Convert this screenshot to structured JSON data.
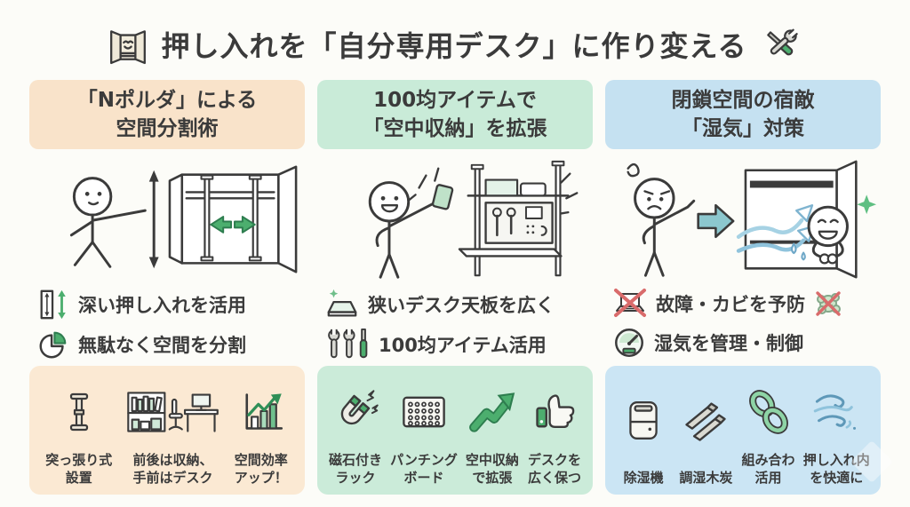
{
  "title": {
    "text": "押し入れを「自分専用デスク」に作り変える",
    "left_icon": "closet-icon",
    "right_icon": "crossed-tools-icon"
  },
  "colors": {
    "header_orange": "#f9e3ca",
    "header_green": "#c9ebd8",
    "header_blue": "#c5e1f1",
    "footer_orange": "#fbe9d3",
    "footer_green": "#cbebd9",
    "footer_blue": "#cbe5f4",
    "accent_green": "#4cae6e",
    "accent_teal": "#8cc7ce",
    "accent_red": "#d96b6b",
    "ink": "#3b3b3b"
  },
  "columns": [
    {
      "header_lines": [
        "「Nポルダ」による",
        "空間分割術"
      ],
      "illustration": "person-measuring-closet-with-poles",
      "bullets": [
        {
          "icon": "height-measure-icon",
          "text": "深い押し入れを活用"
        },
        {
          "icon": "pie-chart-icon",
          "text": "無駄なく空間を分割"
        }
      ],
      "footer_items": [
        {
          "icon": "tension-pole-icon",
          "lines": [
            "突っ張り式",
            "設置"
          ]
        },
        {
          "icon": "storage-desk-icon",
          "lines": [
            "前後は収納、",
            "手前はデスク"
          ]
        },
        {
          "icon": "efficiency-chart-icon",
          "lines": [
            "空間効率",
            "アップ！"
          ]
        }
      ]
    },
    {
      "header_lines": [
        "100均アイテムで",
        "「空中収納」を拡張"
      ],
      "illustration": "person-adding-items-to-rack",
      "bullets": [
        {
          "icon": "desk-panel-icon",
          "text": "狭いデスク天板を広く"
        },
        {
          "icon": "tools-trio-icon",
          "text": "100均アイテム活用"
        }
      ],
      "footer_items": [
        {
          "icon": "magnet-icon",
          "lines": [
            "磁石付き",
            "ラック"
          ]
        },
        {
          "icon": "pegboard-icon",
          "lines": [
            "パンチング",
            "ボード"
          ]
        },
        {
          "icon": "expand-arrow-icon",
          "lines": [
            "空中収納",
            "で拡張"
          ]
        },
        {
          "icon": "thumbs-up-icon",
          "lines": [
            "デスクを",
            "広く保つ"
          ]
        }
      ]
    },
    {
      "header_lines": [
        "閉鎖空間の宿敵",
        "「湿気」対策"
      ],
      "illustration": "worried-person-airflow-happy-person",
      "bullets": [
        {
          "icon": "no-laptop-icon",
          "text": "故障・カビを予防",
          "trailing_icon": "no-mold-icon"
        },
        {
          "icon": "humidity-gauge-icon",
          "text": "湿気を管理・制御"
        }
      ],
      "footer_items": [
        {
          "icon": "dehumidifier-icon",
          "lines": [
            "除湿機"
          ]
        },
        {
          "icon": "charcoal-icon",
          "lines": [
            "調湿木炭"
          ]
        },
        {
          "icon": "chain-icon",
          "lines": [
            "組み合わ",
            "活用"
          ]
        },
        {
          "icon": "airflow-icon",
          "lines": [
            "押し入れ内",
            "を快適に"
          ]
        }
      ]
    }
  ]
}
